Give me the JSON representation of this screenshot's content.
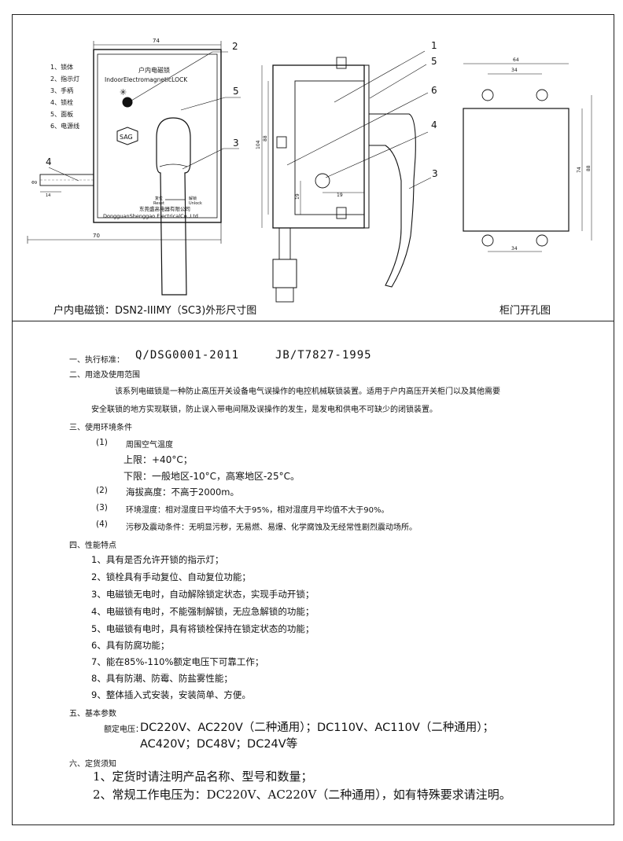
{
  "drawing": {
    "parts_list": [
      "1、锁体",
      "2、指示灯",
      "3、手柄",
      "4、锁栓",
      "5、面板",
      "6、电源线"
    ],
    "front_label_cn": "户内电磁锁",
    "front_label_en": "IndoorElectromagneticLOCK",
    "company_cn": "东莞盛高电器有限公司",
    "company_en": "DongguanShenggao ElectricalCo.,Ltd",
    "reset_cn": "复位",
    "reset_en": "Reset",
    "lock_cn": "解锁",
    "lock_en": "Unlock",
    "logo_text": "SAG",
    "dims": {
      "front_width": "74",
      "front_total": "70",
      "bolt_dia": "Φ9",
      "bolt_len": "14",
      "side_height1": "104",
      "side_height2": "88",
      "side_x": "19",
      "side_y": "19",
      "hole_w1": "64",
      "hole_w2": "34",
      "hole_h1": "74",
      "hole_h2": "88",
      "hole_bottom": "34"
    },
    "callouts": [
      "1",
      "2",
      "3",
      "4",
      "5",
      "6"
    ],
    "caption_main": "户内电磁锁：DSN2-IIIMY（SC3)外形尺寸图",
    "caption_hole": "柜门开孔图"
  },
  "sections": {
    "s1": {
      "title": "一、执行标准：",
      "std1": "Q/DSG0001-2011",
      "std2": "JB/T7827-1995"
    },
    "s2": {
      "title": "二、用途及使用范围",
      "p1": "该系列电磁锁是一种防止高压开关设备电气误操作的电控机械联锁装置。适用于户内高压开关柜门以及其他需要",
      "p2": "安全联锁的地方实现联锁，防止误入带电间隔及误操作的发生，是发电和供电不可缺少的闭锁装置。"
    },
    "s3": {
      "title": "三、使用环境条件",
      "i1_num": "(1)",
      "i1_text": "周围空气温度",
      "upper": "上限：+40°C；",
      "lower": "下限：一般地区-10°C，高寒地区-25°C。",
      "i2_num": "(2)",
      "i2_text": "海拔高度：不高于2000m。",
      "i3_num": "(3)",
      "i3_text": "环境湿度：相对湿度日平均值不大于95%，相对湿度月平均值不大于90%。",
      "i4_num": "(4)",
      "i4_text": "污秽及震动条件：无明显污秽，无易燃、易爆、化学腐蚀及无经常性剧烈震动场所。"
    },
    "s4": {
      "title": "四、性能特点",
      "items": [
        "1、具有是否允许开锁的指示灯；",
        "2、锁栓具有手动复位、自动复位功能；",
        "3、电磁锁无电时，自动解除锁定状态，实现手动开锁；",
        "4、电磁锁有电时，不能强制解锁，无应急解锁的功能；",
        "5、电磁锁有电时，具有将锁栓保持在锁定状态的功能；",
        "6、具有防腐功能；",
        "7、能在85%-110%额定电压下可靠工作；",
        "8、具有防潮、防霉、防盐雾性能；",
        "9、整体插入式安装，安装简单、方便。"
      ]
    },
    "s5": {
      "title": "五、基本参数",
      "label": "额定电压：",
      "line1": "DC220V、AC220V（二种通用）；DC110V、AC110V（二种通用）；",
      "line2": "AC420V；DC48V；DC24V等"
    },
    "s6": {
      "title": "六、定货须知",
      "n1": "1、定货时请注明产品名称、型号和数量；",
      "n2": "2、常规工作电压为：DC220V、AC220V（二种通用），如有特殊要求请注明。"
    }
  }
}
